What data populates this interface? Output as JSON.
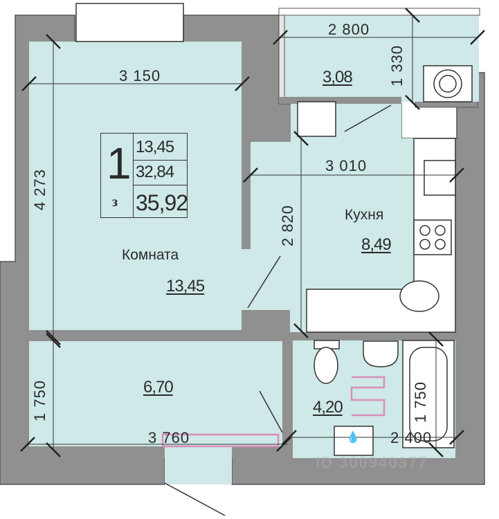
{
  "summary": {
    "rooms": "1",
    "rooms_suffix": "з",
    "living_area": "13,45",
    "total_area": "32,84",
    "total_area_with_balcony": "35,92"
  },
  "rooms": {
    "living": {
      "name": "Комната",
      "area": "13,45"
    },
    "hall": {
      "area": "6,70"
    },
    "kitchen": {
      "name": "Кухня",
      "area": "8,49"
    },
    "balcony": {
      "area": "3,08"
    },
    "bathroom": {
      "area": "4,20"
    }
  },
  "dimensions": {
    "living_width": "3 150",
    "living_height": "4 273",
    "balcony_width": "2 800",
    "balcony_depth": "1 330",
    "kitchen_width": "3 010",
    "kitchen_depth": "2 820",
    "hall_depth": "1 750",
    "hall_width": "3 760",
    "bath_width": "2 400",
    "tub_length": "1 750"
  },
  "colors": {
    "room_fill": "#cfe8e8",
    "wall": "#8f8f8f",
    "heating_pipe": "#d88fb7"
  },
  "watermark": "ID 300940377"
}
